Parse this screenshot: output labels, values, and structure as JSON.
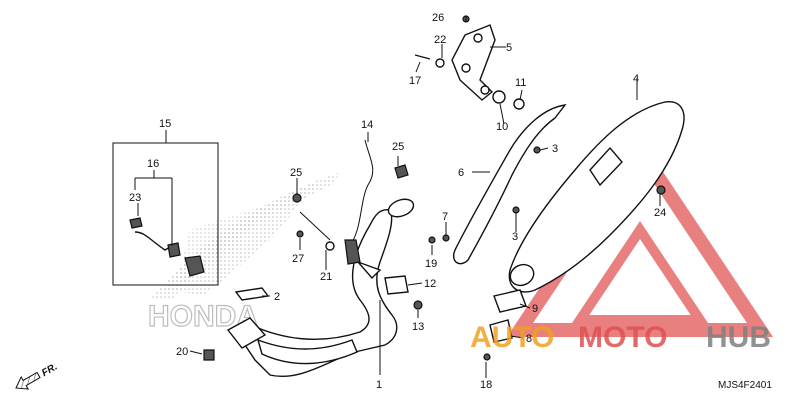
{
  "diagram": {
    "figure_code": "MJS4F2401",
    "direction_label": "FR.",
    "background_logo_text": "HONDA",
    "watermark": {
      "brand_auto": "AUTO",
      "brand_moto": "MOTO",
      "brand_hub": "HUB",
      "color_orange": "#f0a020",
      "color_red": "#e05050",
      "color_gray": "#808080"
    },
    "callouts": [
      "1",
      "2",
      "3",
      "3",
      "4",
      "5",
      "6",
      "7",
      "8",
      "9",
      "10",
      "11",
      "12",
      "13",
      "14",
      "15",
      "16",
      "17",
      "18",
      "19",
      "20",
      "21",
      "22",
      "23",
      "24",
      "25",
      "25",
      "26",
      "27"
    ]
  }
}
